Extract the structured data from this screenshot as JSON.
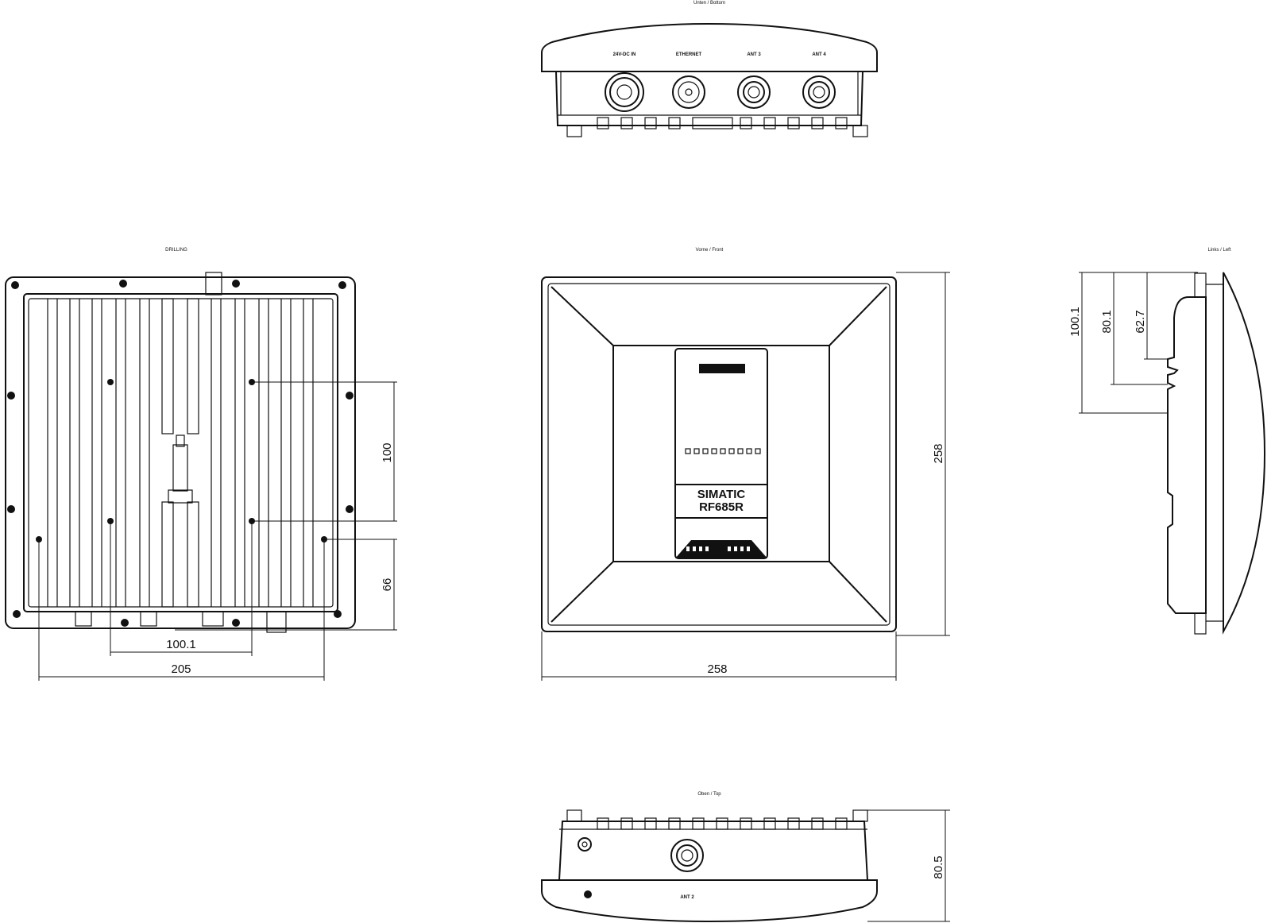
{
  "views": {
    "bottom": {
      "title": "Unten / Bottom",
      "ports": [
        "24V-DC IN",
        "ETHERNET",
        "ANT 3",
        "ANT 4"
      ]
    },
    "drilling": {
      "title": "DRILLING"
    },
    "front": {
      "title": "Vorne / Front",
      "brand_line1": "SIMATIC",
      "brand_line2": "RF685R"
    },
    "left": {
      "title": "Links / Left"
    },
    "top": {
      "title": "Oben / Top",
      "port": "ANT 2"
    }
  },
  "dimensions": {
    "drill_vertical_upper": "100",
    "drill_vertical_lower": "66",
    "drill_horizontal_inner": "100.1",
    "drill_horizontal_outer": "205",
    "front_width": "258",
    "front_height": "258",
    "side_a": "100.1",
    "side_b": "80.1",
    "side_c": "62.7",
    "top_depth": "80.5"
  }
}
